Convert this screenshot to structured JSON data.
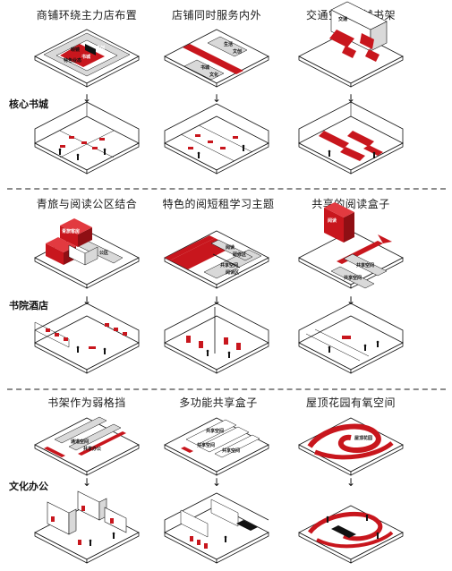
{
  "colors": {
    "accent": "#c8161d",
    "grey": "#d9d9d9",
    "line": "#111111",
    "divider": "#8c8c8c"
  },
  "sections": [
    {
      "label": "核心书城",
      "columns": [
        {
          "title": "商铺环绕主力店布置",
          "plan_labels": [
            "眼镜",
            "文创",
            "书城",
            "特色业态",
            "书城"
          ]
        },
        {
          "title": "店铺同时服务内外",
          "plan_labels": [
            "生活",
            "文创",
            "书城",
            "文化"
          ]
        },
        {
          "title": "交通空间穿越书架",
          "plan_labels": [
            "交通"
          ]
        }
      ]
    },
    {
      "label": "书院酒店",
      "columns": [
        {
          "title": "青旅与阅读公区结合",
          "plan_labels": [
            "青旅客房",
            "公区"
          ]
        },
        {
          "title": "特色的阅短租学习主题",
          "plan_labels": [
            "阅读",
            "研修区",
            "共享空间",
            "阅读区"
          ]
        },
        {
          "title": "共享的阅读盒子",
          "plan_labels": [
            "阅读",
            "共享空间",
            "共享空间"
          ]
        }
      ]
    },
    {
      "label": "文化办公",
      "columns": [
        {
          "title": "书架作为弱格挡",
          "plan_labels": [
            "通道空间",
            "共享办公"
          ]
        },
        {
          "title": "多功能共享盒子",
          "plan_labels": [
            "共享空间",
            "共享空间",
            "共享空间"
          ]
        },
        {
          "title": "屋顶花园有氧空间",
          "plan_labels": [
            "屋顶花园"
          ]
        }
      ]
    }
  ],
  "arrow_glyph": "↓"
}
